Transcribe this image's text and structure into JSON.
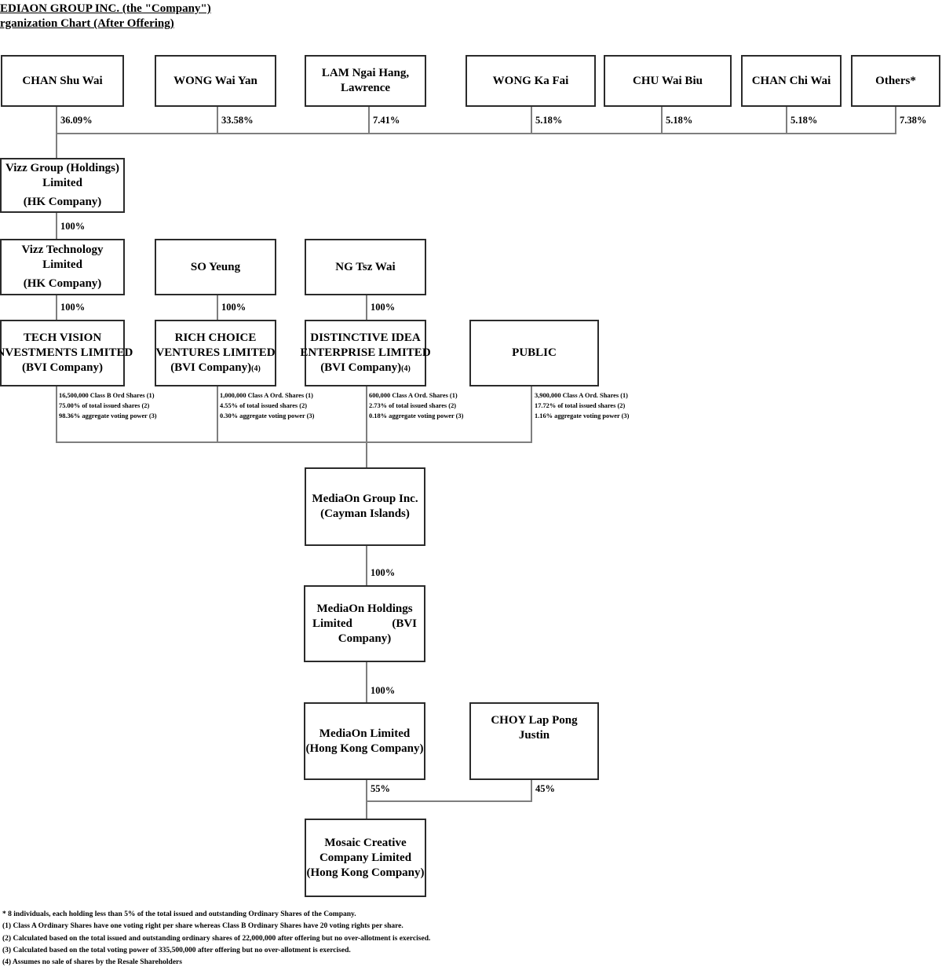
{
  "page": {
    "title_line1": "EDIAON GROUP INC. (the \"Company\")",
    "title_line2": "rganization Chart (After Offering)"
  },
  "colors": {
    "background": "#ffffff",
    "box_border": "#2b2b2b",
    "connector": "#7e7e7e",
    "text": "#000000"
  },
  "shareholders": [
    {
      "lines": [
        "CHAN Shu Wai"
      ],
      "pct": "36.09%"
    },
    {
      "lines": [
        "WONG Wai Yan"
      ],
      "pct": "33.58%"
    },
    {
      "lines": [
        "LAM Ngai Hang,",
        "Lawrence"
      ],
      "pct": "7.41%"
    },
    {
      "lines": [
        "WONG Ka Fai"
      ],
      "pct": "5.18%"
    },
    {
      "lines": [
        "CHU Wai Biu"
      ],
      "pct": "5.18%"
    },
    {
      "lines": [
        "CHAN Chi Wai"
      ],
      "pct": "5.18%"
    },
    {
      "lines": [
        "Others*"
      ],
      "pct": "7.38%"
    }
  ],
  "boxes": {
    "vizz_group": {
      "lines": [
        "Vizz Group (Holdings)",
        "Limited"
      ],
      "subtitle": "(HK Company)",
      "pct_down": "100%"
    },
    "vizz_tech": {
      "lines": [
        "Vizz Technology",
        "Limited"
      ],
      "subtitle": "(HK Company)",
      "pct_down": "100%"
    },
    "so_yeung": {
      "lines": [
        "SO Yeung"
      ],
      "pct_down": "100%"
    },
    "ng_tsz_wai": {
      "lines": [
        "NG Tsz Wai"
      ],
      "pct_down": "100%"
    },
    "tech_vision": {
      "lines": [
        "TECH VISION",
        "INVESTMENTS LIMITED"
      ],
      "subtitle": "(BVI Company)"
    },
    "rich_choice": {
      "lines": [
        "RICH CHOICE",
        "VENTURES LIMITED"
      ],
      "subtitle": "(BVI Company)",
      "note": "(4)"
    },
    "distinctive_idea": {
      "lines": [
        "DISTINCTIVE IDEA",
        "ENTERPRISE LIMITED"
      ],
      "subtitle": "(BVI Company)",
      "note": "(4)"
    },
    "public": {
      "lines": [
        "PUBLIC"
      ]
    },
    "mediaon_group": {
      "lines": [
        "MediaOn Group Inc.",
        "(Cayman Islands)"
      ],
      "pct_down": "100%"
    },
    "mediaon_holdings": {
      "line1": "MediaOn Holdings",
      "line2_left": "Limited",
      "line2_right": "(BVI",
      "line3": "Company)",
      "pct_down": "100%"
    },
    "mediaon_limited": {
      "lines": [
        "MediaOn Limited",
        "(Hong Kong Company)"
      ],
      "pct_down": "55%"
    },
    "choy": {
      "lines": [
        "CHOY Lap Pong",
        "Justin"
      ],
      "pct_down": "45%"
    },
    "mosaic": {
      "lines": [
        "Mosaic Creative",
        "Company Limited",
        "(Hong Kong Company)"
      ]
    }
  },
  "share_details": [
    {
      "l1": "16,500,000 Class B Ord Shares (1)",
      "l2": "75.00% of total issued shares (2)",
      "l3": "98.36% aggregate voting power (3)"
    },
    {
      "l1": "1,000,000 Class A Ord. Shares (1)",
      "l2": "4.55% of total issued shares (2)",
      "l3": "0.30% aggregate voting power (3)"
    },
    {
      "l1": "600,000 Class A Ord. Shares (1)",
      "l2": "2.73% of total issued shares (2)",
      "l3": "0.18% aggregate voting power (3)"
    },
    {
      "l1": "3,900,000 Class A Ord. Shares (1)",
      "l2": "17.72% of total issued shares (2)",
      "l3": "1.16% aggregate voting power (3)"
    }
  ],
  "footnotes": [
    "* 8 individuals, each holding less than 5% of the total issued and outstanding Ordinary Shares of the Company.",
    "(1) Class A Ordinary Shares have one voting right per share whereas Class B Ordinary Shares have 20 voting rights per share.",
    "(2) Calculated based on the total issued and outstanding ordinary shares of 22,000,000 after offering but no over-allotment is exercised.",
    "(3) Calculated based on the total voting power of 335,500,000 after offering but no over-allotment is exercised.",
    "(4) Assumes no sale of shares by the Resale Shareholders"
  ]
}
